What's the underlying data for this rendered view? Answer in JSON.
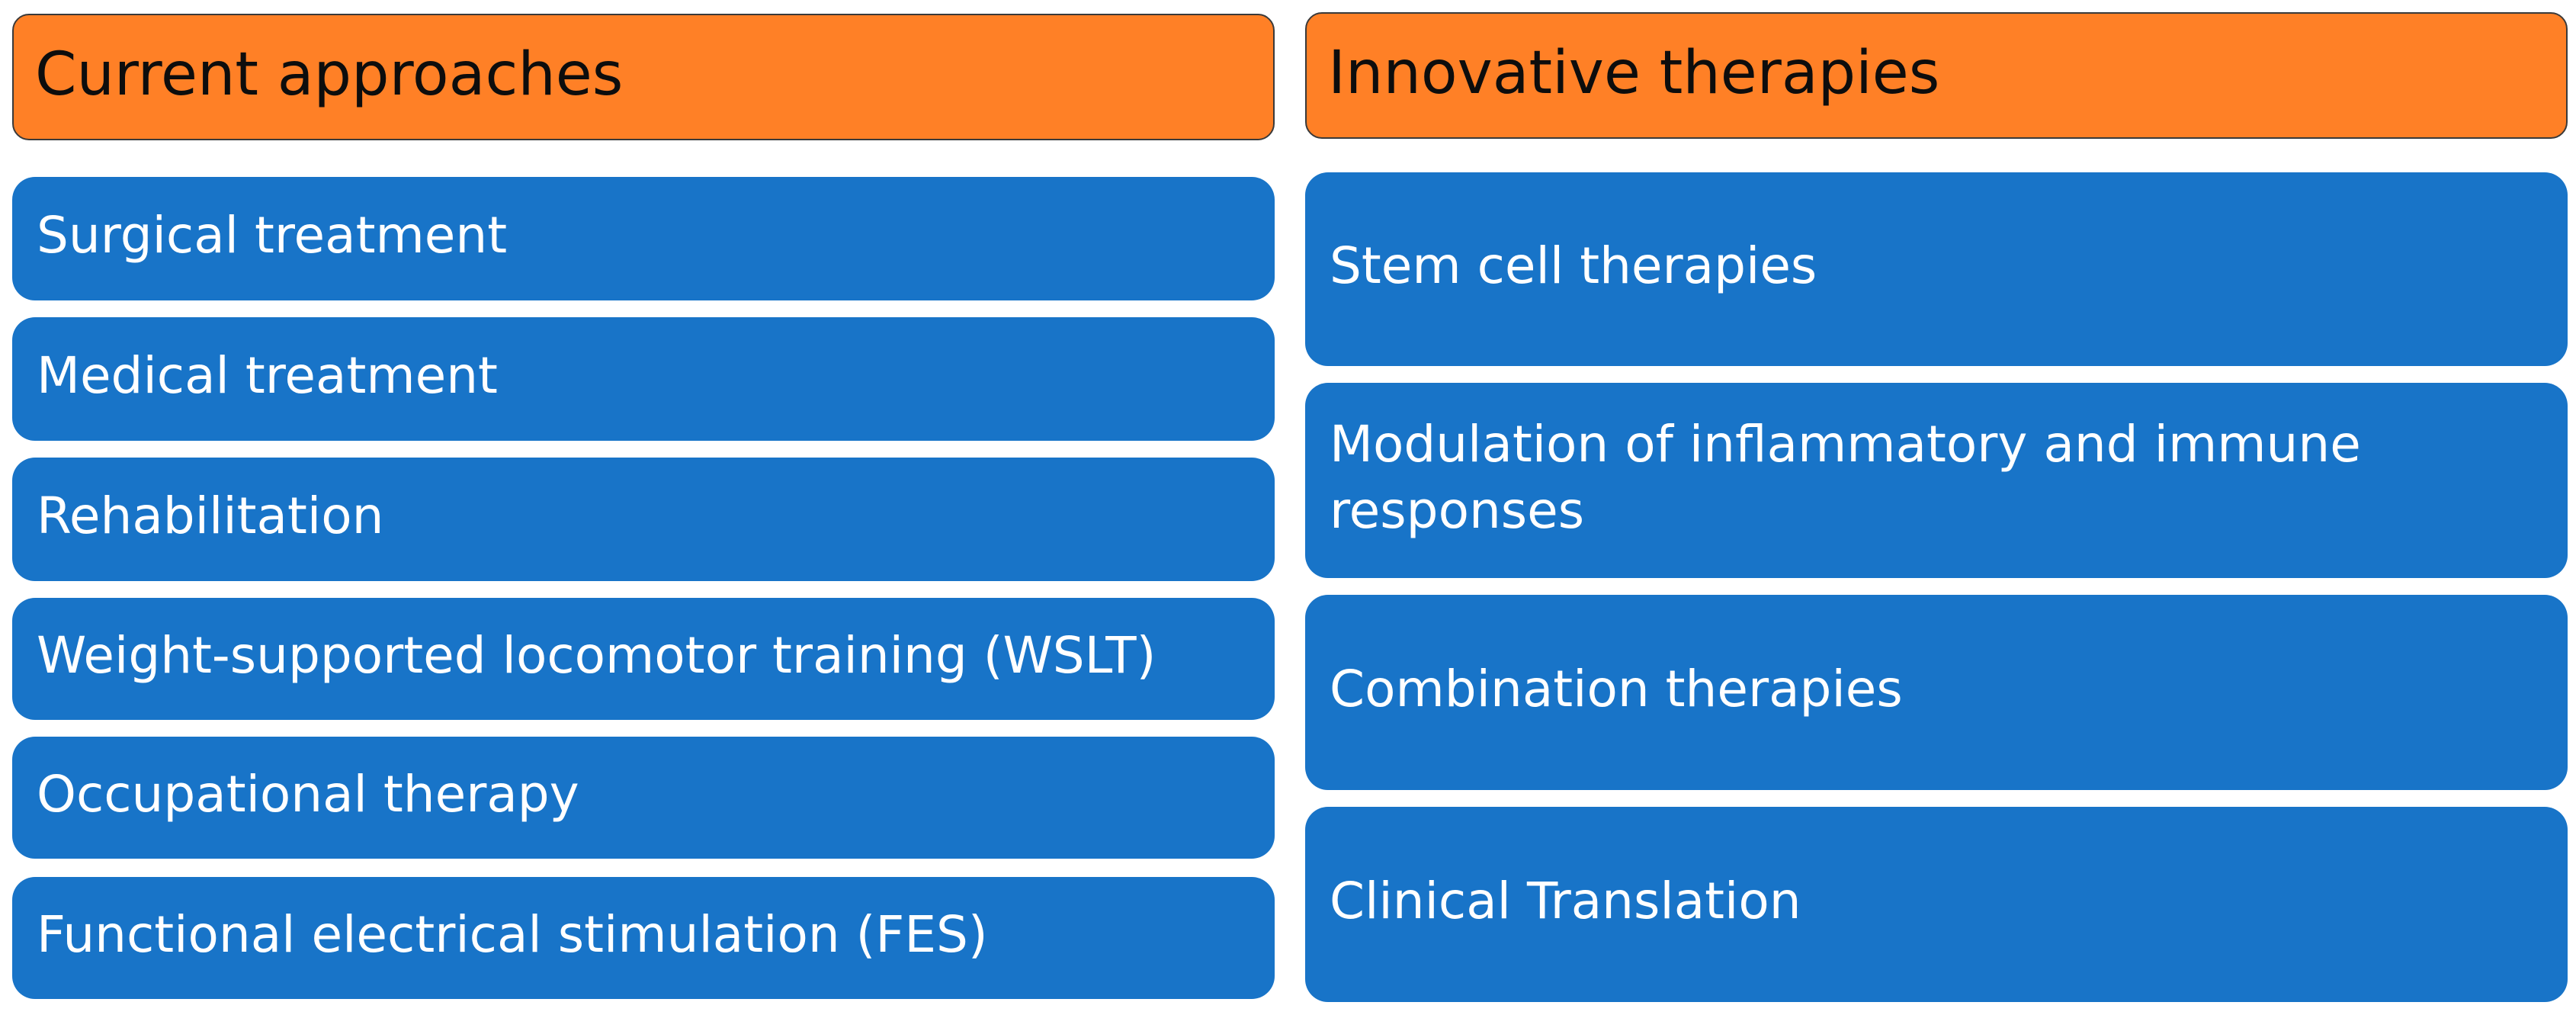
{
  "colors": {
    "header_fill": "#ff8026",
    "box_fill": "#1874c8",
    "box_text": "#ffffff",
    "header_text": "#0d0d0d"
  },
  "left": {
    "header": "Current approaches",
    "items": [
      "Surgical treatment",
      "Medical treatment",
      "Rehabilitation",
      "Weight-supported locomotor training (WSLT)",
      "Occupational therapy",
      "Functional electrical stimulation (FES)"
    ]
  },
  "right": {
    "header": "Innovative therapies",
    "items": [
      "Stem cell therapies",
      "Modulation of inflammatory and immune responses",
      "Combination therapies",
      "Clinical Translation"
    ]
  }
}
